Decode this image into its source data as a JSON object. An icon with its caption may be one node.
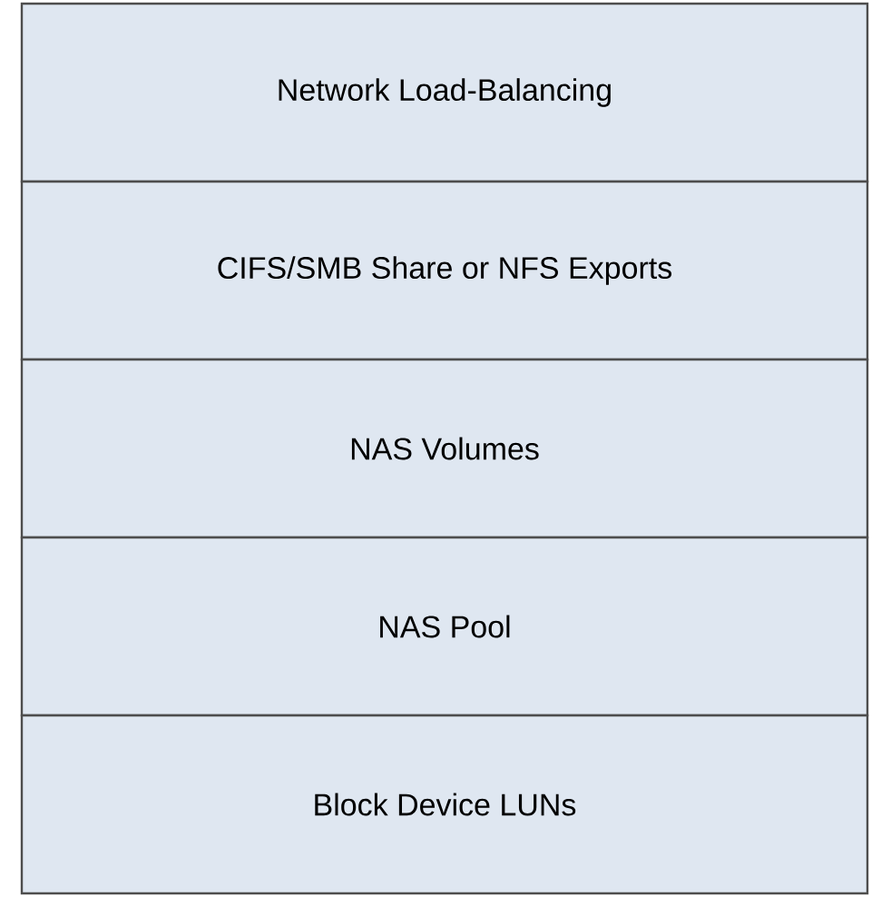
{
  "diagram": {
    "nodes": [
      {
        "text": [
          "Network Load-Balancing"
        ]
      },
      {
        "text": [
          "CIFS/SMB Share or NFS Exports"
        ]
      },
      {
        "text": [
          "NAS Volumes"
        ]
      },
      {
        "text": [
          "NAS Pool"
        ]
      },
      {
        "text": [
          "Block Device LUNs"
        ]
      }
    ]
  }
}
